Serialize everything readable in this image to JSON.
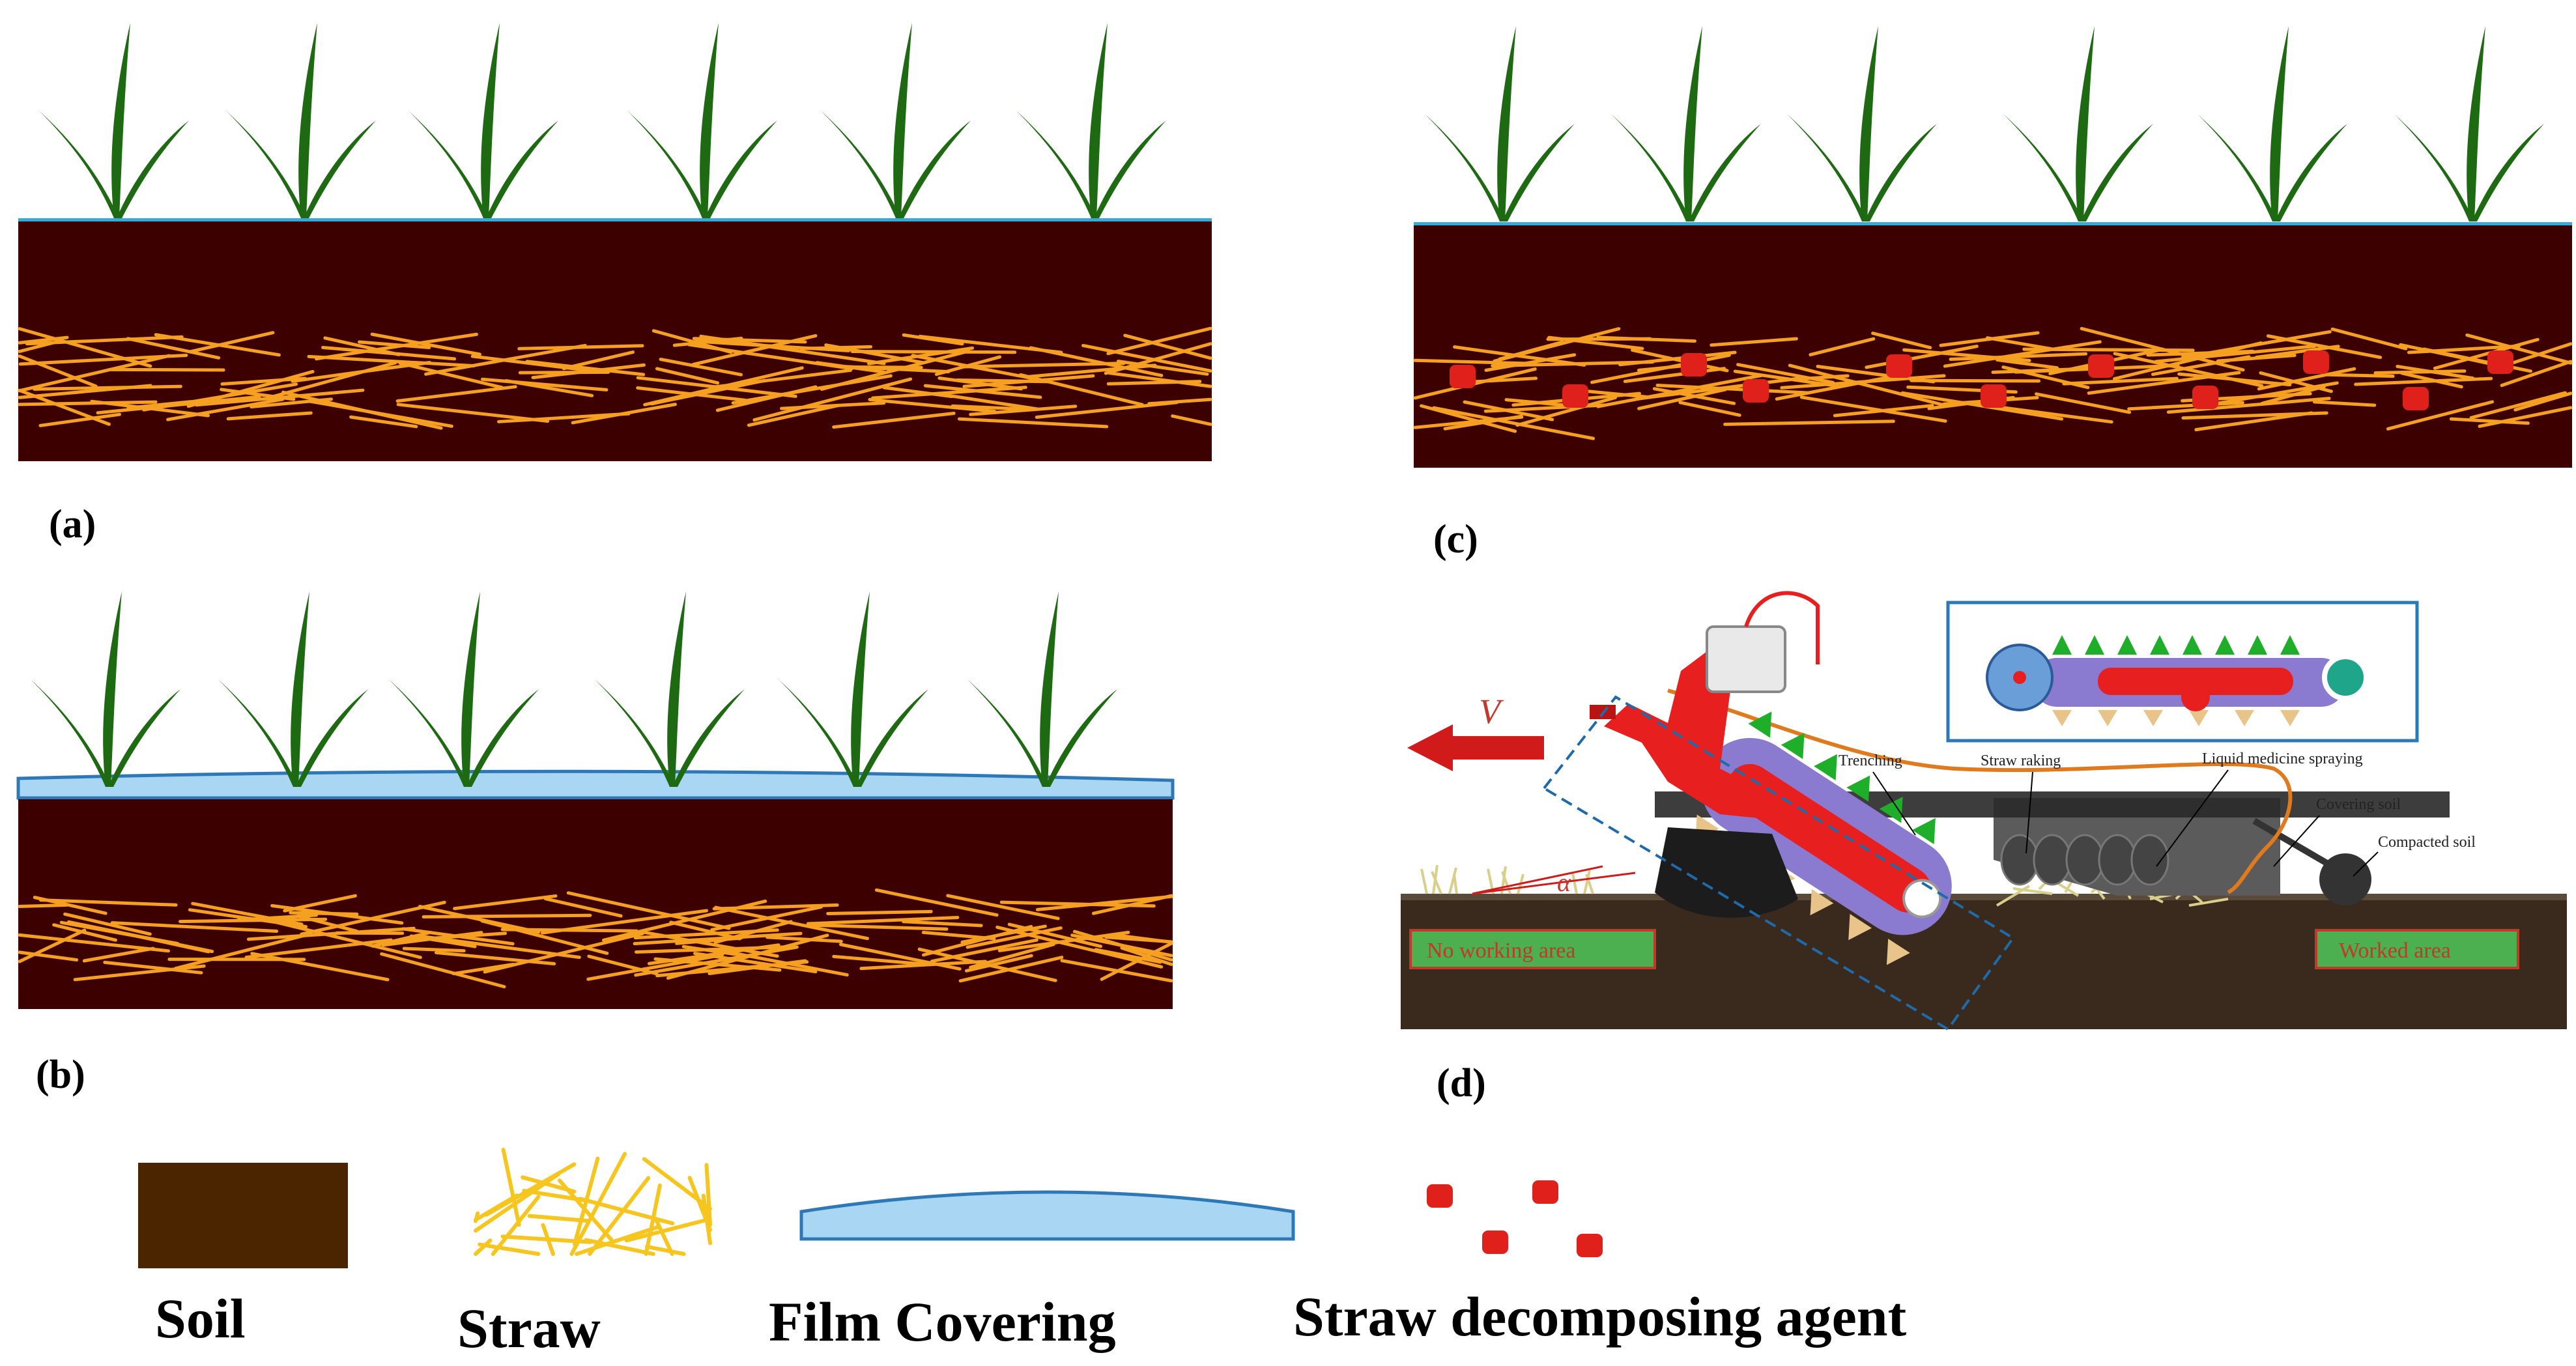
{
  "panels": {
    "a": {
      "label": "(a)"
    },
    "b": {
      "label": "(b)"
    },
    "c": {
      "label": "(c)"
    },
    "d": {
      "label": "(d)",
      "velocity_label": "V",
      "angle_label": "α",
      "annotations": {
        "trenching": "Trenching",
        "straw_raking": "Straw raking",
        "liquid_spraying": "Liquid medicine spraying",
        "covering_soil": "Covering soil",
        "compacted_soil": "Compacted soil"
      },
      "no_working_area": "No working area",
      "worked_area": "Worked area"
    }
  },
  "legend": {
    "soil": "Soil",
    "straw": "Straw",
    "film": "Film Covering",
    "agent": "Straw decomposing agent"
  },
  "colors": {
    "soil_panel": "#3d0000",
    "soil_legend": "#4a2500",
    "straw": "#f5a020",
    "plant": "#1e6a12",
    "film": "#a9d6f2",
    "film_border": "#2f78b8",
    "agent": "#e0201a",
    "machine_red": "#e81f1f"
  }
}
